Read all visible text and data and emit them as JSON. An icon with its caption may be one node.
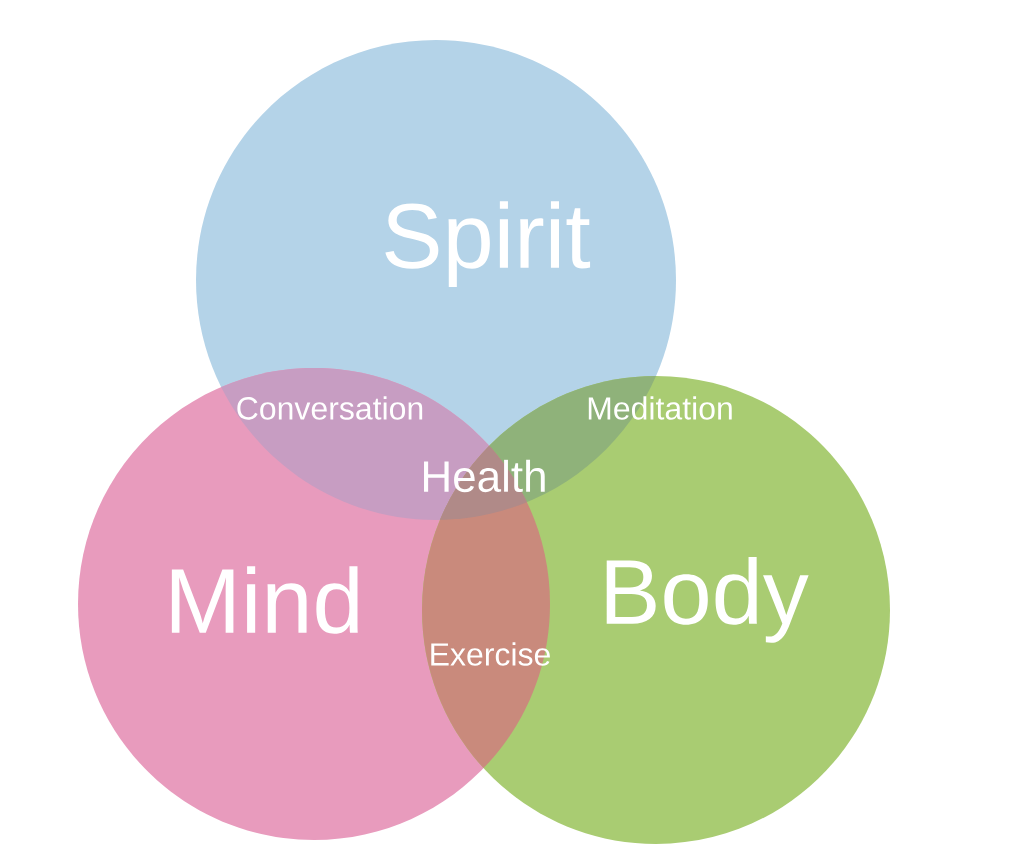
{
  "diagram": {
    "nodes": [
      {
        "text": [
          "Spirit"
        ]
      },
      {
        "text": [
          "Mind"
        ]
      },
      {
        "text": [
          "Body"
        ]
      }
    ],
    "labels": [
      "Conversation",
      "Meditation",
      "Health",
      "Exercise"
    ]
  }
}
